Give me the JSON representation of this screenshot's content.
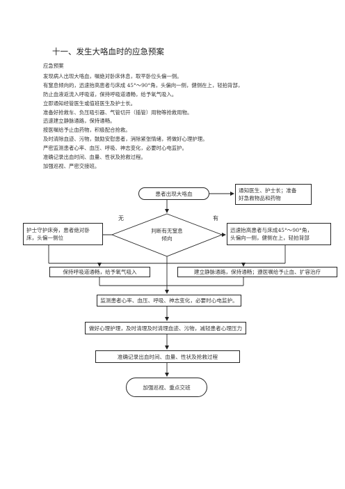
{
  "doc": {
    "title": "十一、发生大咯血时的应急预案",
    "subtitle": "应急预案",
    "lines": [
      "发现病人出现大咯血，嘱绝对卧床休息，取平卧位头偏一侧。",
      "有窒息倾向的，迅速抬高患者与床成 45°～90°角，头偏向一侧，健侧在上，轻拍背部，",
      "防止血液返流入呼吸道，保持呼吸道通畅，给予氧气吸入。",
      "立即通知经管医生或值班医生及护士长。",
      "准备好抢救车、负压吸引器、气管切开（插管）用物等抢救用物。",
      "迅速建立静脉通路，保持通畅。",
      "按医嘱给予止血药物，积极配合抢救。",
      "及时清除血迹、污物，鼓励安慰患者，消除紧张情绪，将做好心理护理。",
      "严密监测患者心率、血压、呼吸、神志变化，必要时心电监护。",
      "准确记录出血时间、血量、性状及抢救过程。",
      "加强巡视、严密交接班。"
    ]
  },
  "flow": {
    "start": "患者出现大咯血",
    "notify": [
      "通知医生、护士长；准备",
      "好急救物品和药物"
    ],
    "no_label": "无",
    "yes_label": "有",
    "decision": [
      "判断有无窒息",
      "倾向"
    ],
    "left_action": [
      "护士守护床旁，患者绝对卧",
      "床，头偏一侧位"
    ],
    "right_action": [
      "迅速抬高患者与床成45°～90°角，",
      "头偏向一侧，健侧在上，轻拍背部"
    ],
    "oxygen": "保持呼吸道通畅，给予氧气吸入",
    "iv": "建立静脉通路，保持通畅；遵医嘱给予止血、扩容治疗",
    "monitor": "监测患者心率、血压、呼吸、神志变化，必要时心电监护。",
    "psych": "做好心理护理，及时清理及时清理血迹、污物，减轻患者心理压力",
    "record": "准确记录出血时间、血量、性状及抢救过程",
    "end": "加强巡视、重点交班"
  }
}
